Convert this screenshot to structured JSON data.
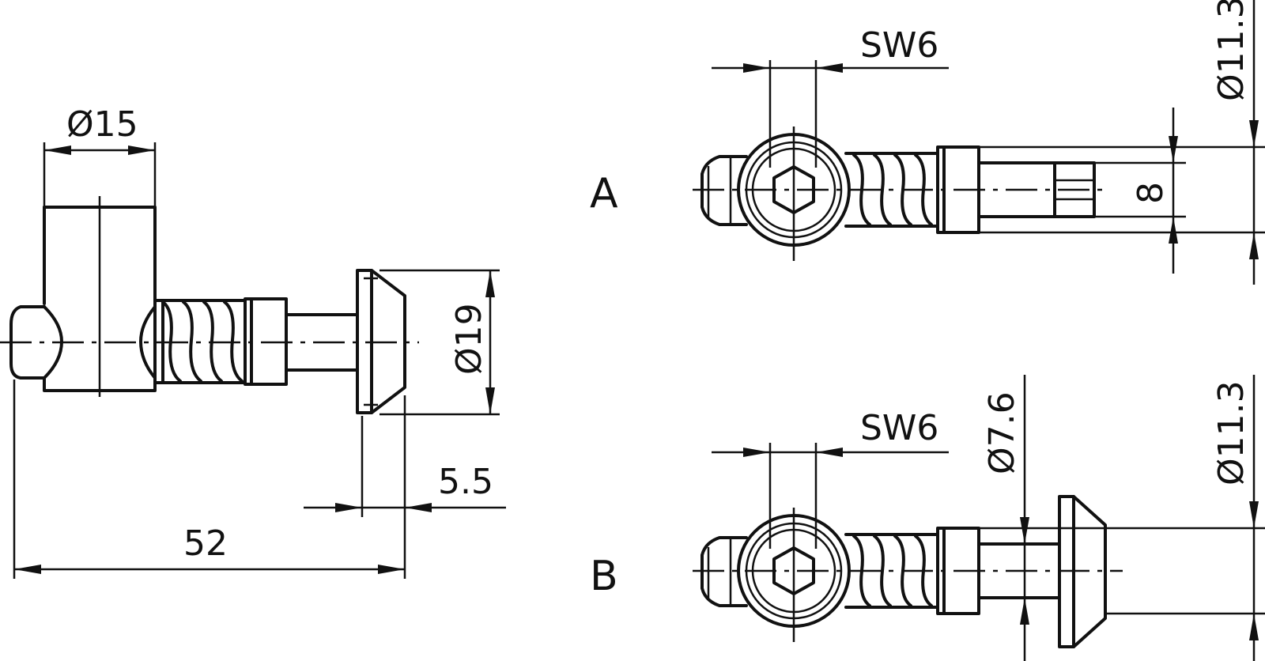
{
  "views": {
    "a_label": "A",
    "b_label": "B"
  },
  "dimensions": {
    "d15": "Ø15",
    "d19": "Ø19",
    "len52": "52",
    "len55": "5.5",
    "sw6_a": "SW6",
    "d113_a": "Ø11.3",
    "w8": "8",
    "sw6_b": "SW6",
    "d76": "Ø7.6",
    "d113_b": "Ø11.3"
  }
}
